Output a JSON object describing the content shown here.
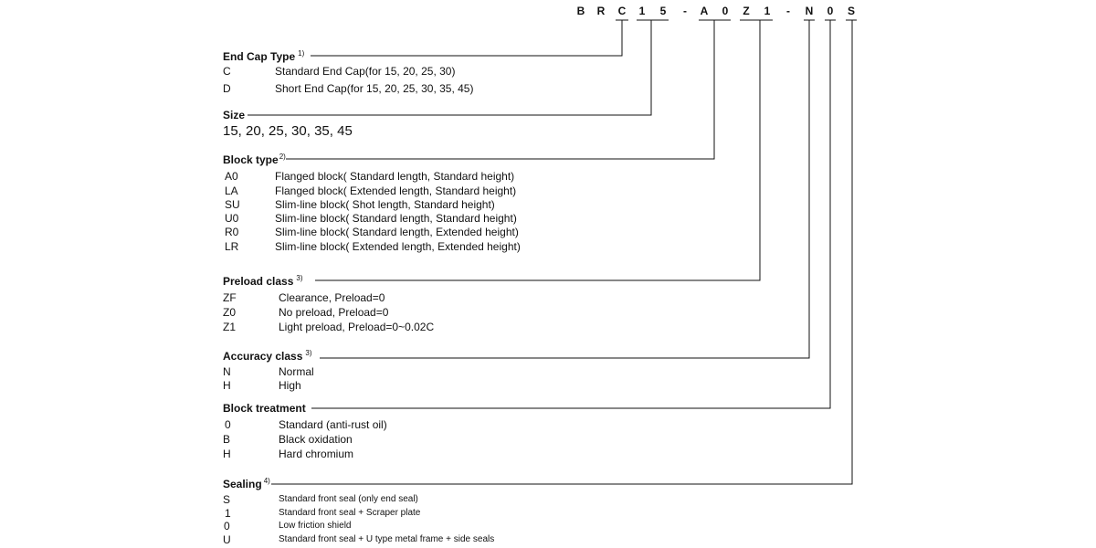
{
  "model_code": [
    "B",
    "R",
    "C",
    "1",
    "5",
    "-",
    "A",
    "0",
    "Z",
    "1",
    "-",
    "N",
    "0",
    "S"
  ],
  "sections": {
    "end_cap": {
      "title": "End Cap Type",
      "note": "1)",
      "items": [
        {
          "code": "C",
          "desc": "Standard End Cap(for 15, 20, 25, 30)"
        },
        {
          "code": "D",
          "desc": "Short End Cap(for 15, 20, 25, 30, 35, 45)"
        }
      ]
    },
    "size": {
      "title": "Size",
      "values": "15, 20, 25, 30, 35, 45"
    },
    "block_type": {
      "title": "Block type",
      "note": "2)",
      "items": [
        {
          "code": "A0",
          "desc": "Flanged block( Standard length, Standard height)"
        },
        {
          "code": "LA",
          "desc": "Flanged block( Extended length, Standard height)"
        },
        {
          "code": "SU",
          "desc": "Slim-line block( Shot length, Standard height)"
        },
        {
          "code": "U0",
          "desc": "Slim-line block( Standard length, Standard height)"
        },
        {
          "code": "R0",
          "desc": "Slim-line block( Standard length, Extended height)"
        },
        {
          "code": "LR",
          "desc": "Slim-line block( Extended length, Extended height)"
        }
      ]
    },
    "preload": {
      "title": "Preload class",
      "note": "3)",
      "items": [
        {
          "code": "ZF",
          "desc": "Clearance, Preload=0"
        },
        {
          "code": "Z0",
          "desc": "No preload, Preload=0"
        },
        {
          "code": "Z1",
          "desc": "Light preload, Preload=0~0.02C"
        }
      ]
    },
    "accuracy": {
      "title": "Accuracy class",
      "note": "3)",
      "items": [
        {
          "code": "N",
          "desc": "Normal"
        },
        {
          "code": "H",
          "desc": "High"
        }
      ]
    },
    "treatment": {
      "title": "Block treatment",
      "items": [
        {
          "code": "0",
          "desc": "Standard (anti-rust oil)"
        },
        {
          "code": "B",
          "desc": "Black oxidation"
        },
        {
          "code": "H",
          "desc": "Hard chromium"
        }
      ]
    },
    "sealing": {
      "title": "Sealing",
      "note": "4)",
      "items": [
        {
          "code": "S",
          "desc": "Standard front seal (only end seal)"
        },
        {
          "code": "1",
          "desc": "Standard front seal + Scraper plate"
        },
        {
          "code": "0",
          "desc": "Low friction shield"
        },
        {
          "code": "U",
          "desc": "Standard front seal + U type metal frame + side seals"
        }
      ]
    }
  }
}
